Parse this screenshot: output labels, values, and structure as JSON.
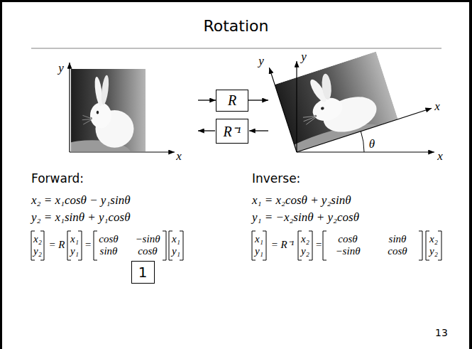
{
  "diagram": {
    "title": "Rotation",
    "nodes": [
      {
        "text": [
          "R"
        ]
      },
      {
        "text": [
          "R⁻¹"
        ]
      },
      {
        "text": [
          "1"
        ]
      }
    ],
    "labels": [
      "y",
      "y",
      "y",
      "x",
      "x",
      "x",
      "θ",
      "Forward:",
      "Inverse:",
      "x₂ = x₁cosθ − y₁sinθ",
      "x₁ = x₂cosθ + y₂sinθ",
      "y₂ = x₁sinθ + y₁cosθ",
      "y₁ = −x₂sinθ + y₂cosθ",
      "x₂",
      "y₂",
      "= R",
      "x₁",
      "y₁",
      "=",
      "cosθ",
      "−sinθ",
      "sinθ",
      "cosθ",
      "x₁",
      "y₁",
      "x₁",
      "y₁",
      "= R⁻¹",
      "x₂",
      "y₂",
      "=",
      "cosθ",
      "sinθ",
      "−sinθ",
      "cosθ",
      "x₂",
      "y₂",
      "13"
    ]
  }
}
